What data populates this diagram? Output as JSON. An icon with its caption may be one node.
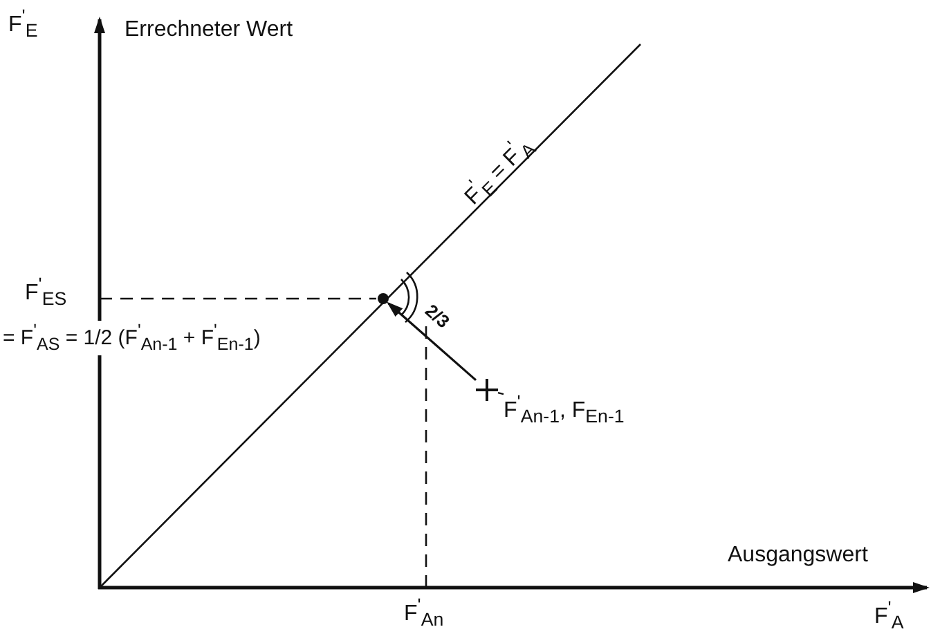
{
  "diagram": {
    "nodes": [
      {
        "text": [],
        "shape": "circle"
      },
      {
        "text": [],
        "shape": "cross"
      },
      {
        "text": [
          "F$^{'}$$_{An-1}$, F$_{En-1}$"
        ]
      }
    ],
    "edges": [
      {
        "from": 1,
        "to": 0,
        "arrow": "to",
        "label": "2/3"
      },
      {
        "from": 2,
        "to": 1,
        "arrow": "none"
      }
    ],
    "labels": [
      "F$^{'}$$_{E}$",
      "Errechneter Wert",
      "F$^{'}$$_{E}$ = F$^{'}$$_{A}$",
      "F$^{'}$$_{ES}$",
      "= F$^{'}$$_{AS}$ = 1/2 (F$^{'}$$_{An-1}$ + F$^{'}$$_{En-1}$)",
      "Ausgangswert",
      "F$^{'}$$_{An}$",
      "F$^{'}$$_{A}$"
    ]
  }
}
